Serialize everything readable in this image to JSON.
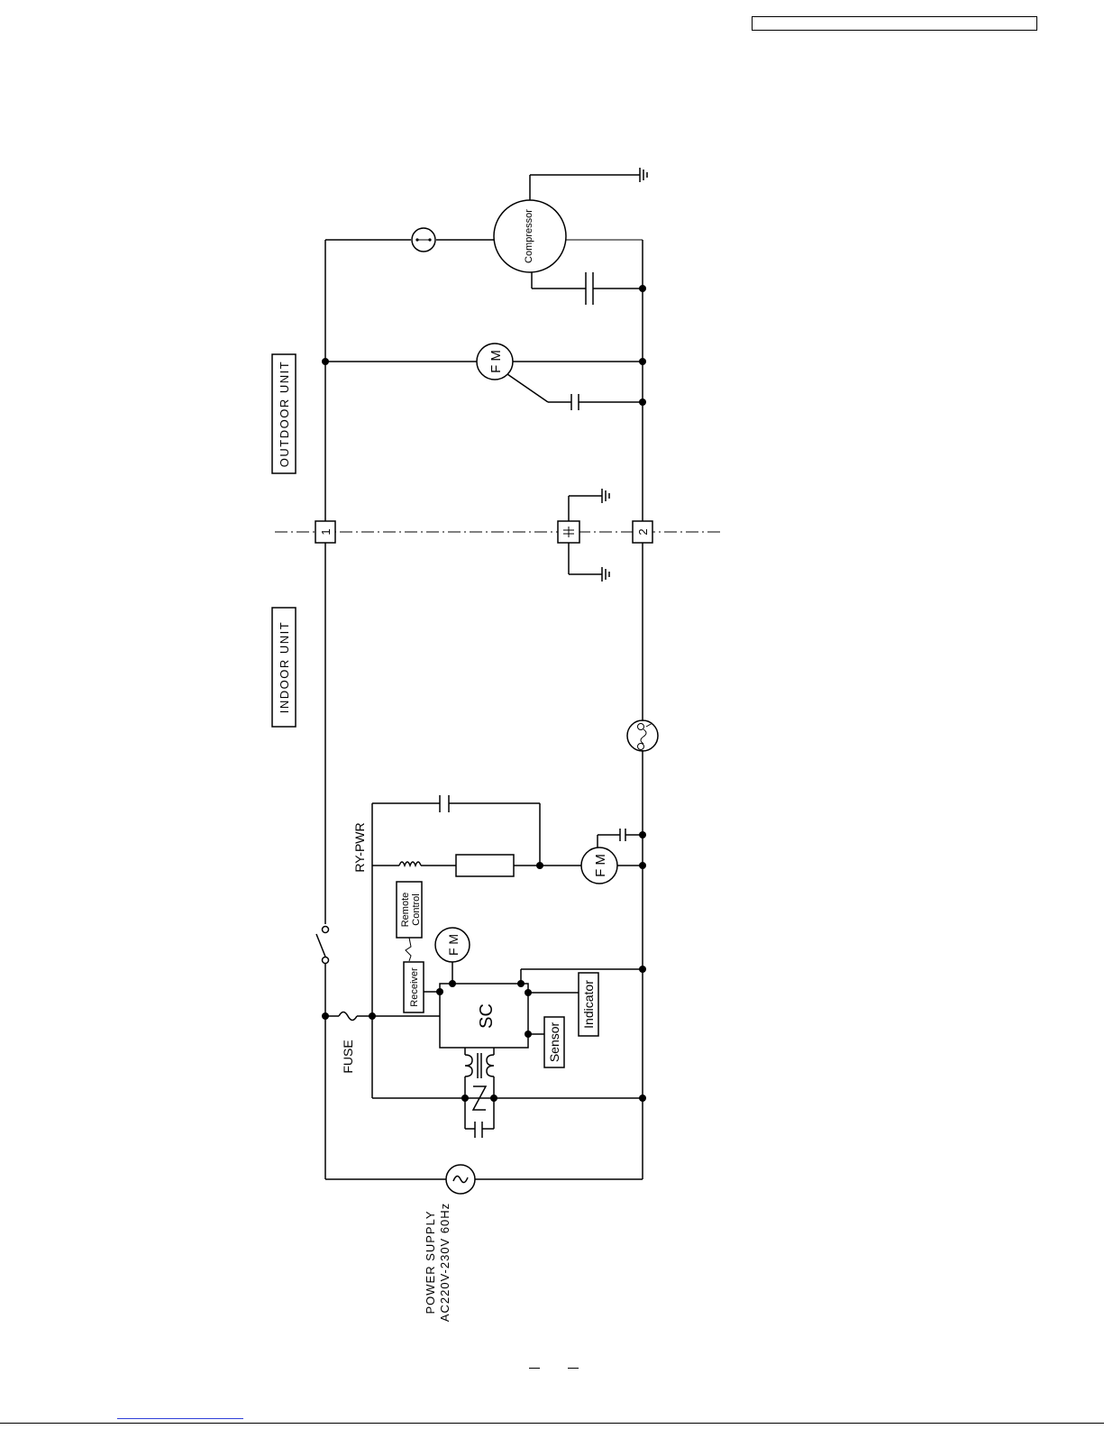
{
  "labels": {
    "outdoor_unit": "OUTDOOR UNIT",
    "indoor_unit": "INDOOR UNIT",
    "terminal_1": "1",
    "terminal_2": "2",
    "compressor": "Compressor",
    "fan_motor_outdoor": "F M",
    "fan_motor_indoor": "F M",
    "fan_motor_louver": "F M",
    "relay": "RY-PWR",
    "fuse": "FUSE",
    "remote_control_line1": "Remote",
    "remote_control_line2": "Control",
    "receiver": "Receiver",
    "controller": "SC",
    "sensor": "Sensor",
    "indicator": "Indicator",
    "power_supply_line1": "POWER SUPPLY",
    "power_supply_line2": "AC220V-230V 60Hz"
  }
}
